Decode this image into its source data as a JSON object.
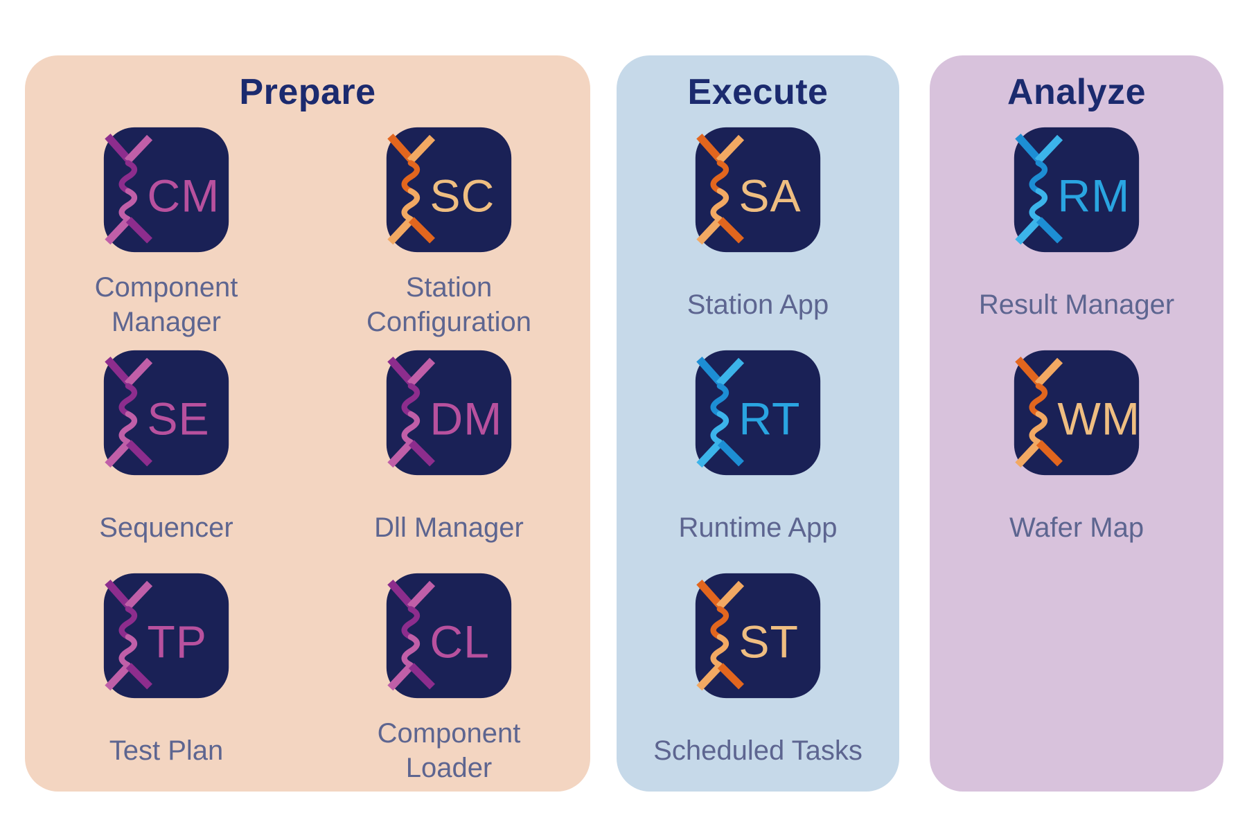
{
  "colors": {
    "page-bg": "#ffffff",
    "panel-prepare": "#f3d5c1",
    "panel-execute": "#c6d9e9",
    "panel-analyze": "#d8c2dc",
    "title": "#1b2a6e",
    "label": "#5d6590",
    "icon-bg": "#1a2156",
    "purple-dark": "#8d2d8d",
    "purple-light": "#c05fa8",
    "purple-letters": "#b8519e",
    "orange-dark": "#e2661e",
    "orange-light": "#f2a963",
    "orange-letters": "#efbe81",
    "blue-dark": "#1d8ed4",
    "blue-light": "#3cb4ea",
    "blue-letters": "#2aa5e1"
  },
  "columns": [
    {
      "id": "prepare",
      "title": "Prepare",
      "background": "#f3d5c1",
      "apps": [
        {
          "abbr": "CM",
          "label": "Component\nManager",
          "family": "purple"
        },
        {
          "abbr": "SC",
          "label": "Station\nConfiguration",
          "family": "orange"
        },
        {
          "abbr": "SE",
          "label": "Sequencer",
          "family": "purple"
        },
        {
          "abbr": "DM",
          "label": "Dll Manager",
          "family": "purple"
        },
        {
          "abbr": "TP",
          "label": "Test Plan",
          "family": "purple"
        },
        {
          "abbr": "CL",
          "label": "Component\nLoader",
          "family": "purple"
        }
      ]
    },
    {
      "id": "execute",
      "title": "Execute",
      "background": "#c6d9e9",
      "apps": [
        {
          "abbr": "SA",
          "label": "Station App",
          "family": "orange"
        },
        {
          "abbr": "RT",
          "label": "Runtime App",
          "family": "blue"
        },
        {
          "abbr": "ST",
          "label": "Scheduled Tasks",
          "family": "orange"
        }
      ]
    },
    {
      "id": "analyze",
      "title": "Analyze",
      "background": "#d8c2dc",
      "apps": [
        {
          "abbr": "RM",
          "label": "Result Manager",
          "family": "blue"
        },
        {
          "abbr": "WM",
          "label": "Wafer Map",
          "family": "orange"
        }
      ]
    }
  ]
}
